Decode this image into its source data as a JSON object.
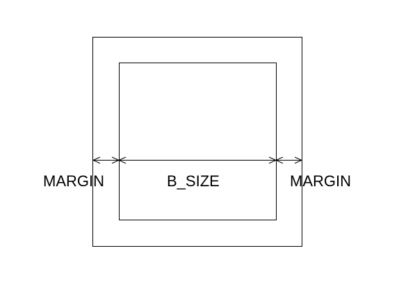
{
  "labels": {
    "margin_left": "MARGIN",
    "board_size": "B_SIZE",
    "margin_right": "MARGIN"
  },
  "colors": {
    "stroke": "#000000",
    "background": "#ffffff"
  }
}
